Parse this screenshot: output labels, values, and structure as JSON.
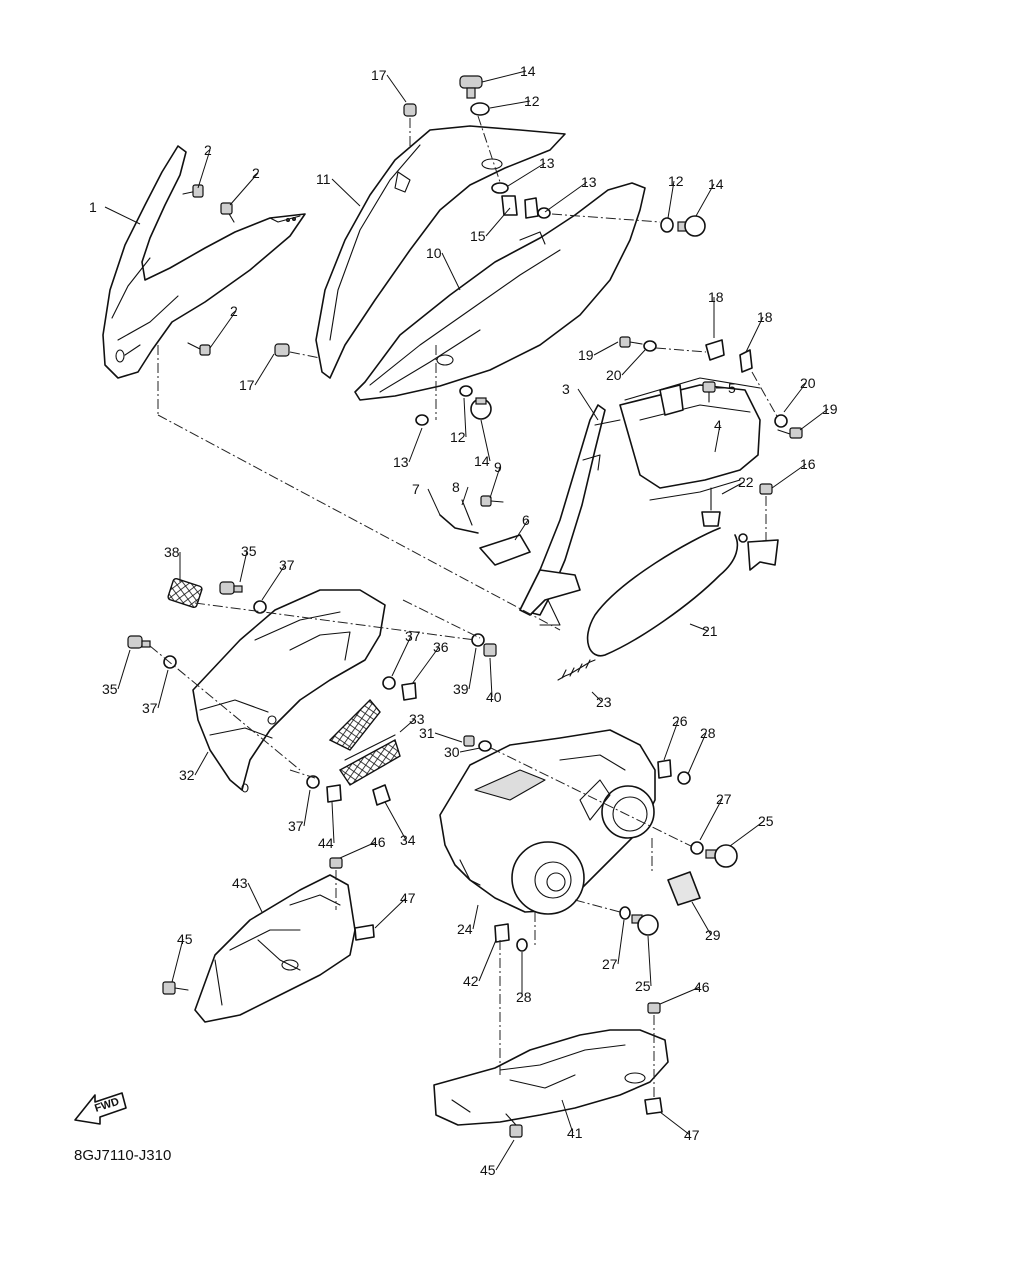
{
  "diagram_code": "8GJ7110-J310",
  "fwd_label": "FWD",
  "callouts": [
    {
      "n": "1"
    },
    {
      "n": "2"
    },
    {
      "n": "2"
    },
    {
      "n": "2"
    },
    {
      "n": "3"
    },
    {
      "n": "4"
    },
    {
      "n": "5"
    },
    {
      "n": "6"
    },
    {
      "n": "7"
    },
    {
      "n": "8"
    },
    {
      "n": "9"
    },
    {
      "n": "10"
    },
    {
      "n": "11"
    },
    {
      "n": "12"
    },
    {
      "n": "12"
    },
    {
      "n": "12"
    },
    {
      "n": "13"
    },
    {
      "n": "13"
    },
    {
      "n": "13"
    },
    {
      "n": "14"
    },
    {
      "n": "14"
    },
    {
      "n": "14"
    },
    {
      "n": "15"
    },
    {
      "n": "16"
    },
    {
      "n": "17"
    },
    {
      "n": "17"
    },
    {
      "n": "18"
    },
    {
      "n": "18"
    },
    {
      "n": "19"
    },
    {
      "n": "19"
    },
    {
      "n": "20"
    },
    {
      "n": "20"
    },
    {
      "n": "21"
    },
    {
      "n": "22"
    },
    {
      "n": "23"
    },
    {
      "n": "24"
    },
    {
      "n": "25"
    },
    {
      "n": "25"
    },
    {
      "n": "26"
    },
    {
      "n": "27"
    },
    {
      "n": "27"
    },
    {
      "n": "28"
    },
    {
      "n": "28"
    },
    {
      "n": "29"
    },
    {
      "n": "30"
    },
    {
      "n": "31"
    },
    {
      "n": "32"
    },
    {
      "n": "33"
    },
    {
      "n": "34"
    },
    {
      "n": "35"
    },
    {
      "n": "35"
    },
    {
      "n": "36"
    },
    {
      "n": "37"
    },
    {
      "n": "37"
    },
    {
      "n": "37"
    },
    {
      "n": "37"
    },
    {
      "n": "38"
    },
    {
      "n": "39"
    },
    {
      "n": "40"
    },
    {
      "n": "41"
    },
    {
      "n": "42"
    },
    {
      "n": "43"
    },
    {
      "n": "44"
    },
    {
      "n": "45"
    },
    {
      "n": "45"
    },
    {
      "n": "46"
    },
    {
      "n": "46"
    },
    {
      "n": "47"
    },
    {
      "n": "47"
    }
  ]
}
